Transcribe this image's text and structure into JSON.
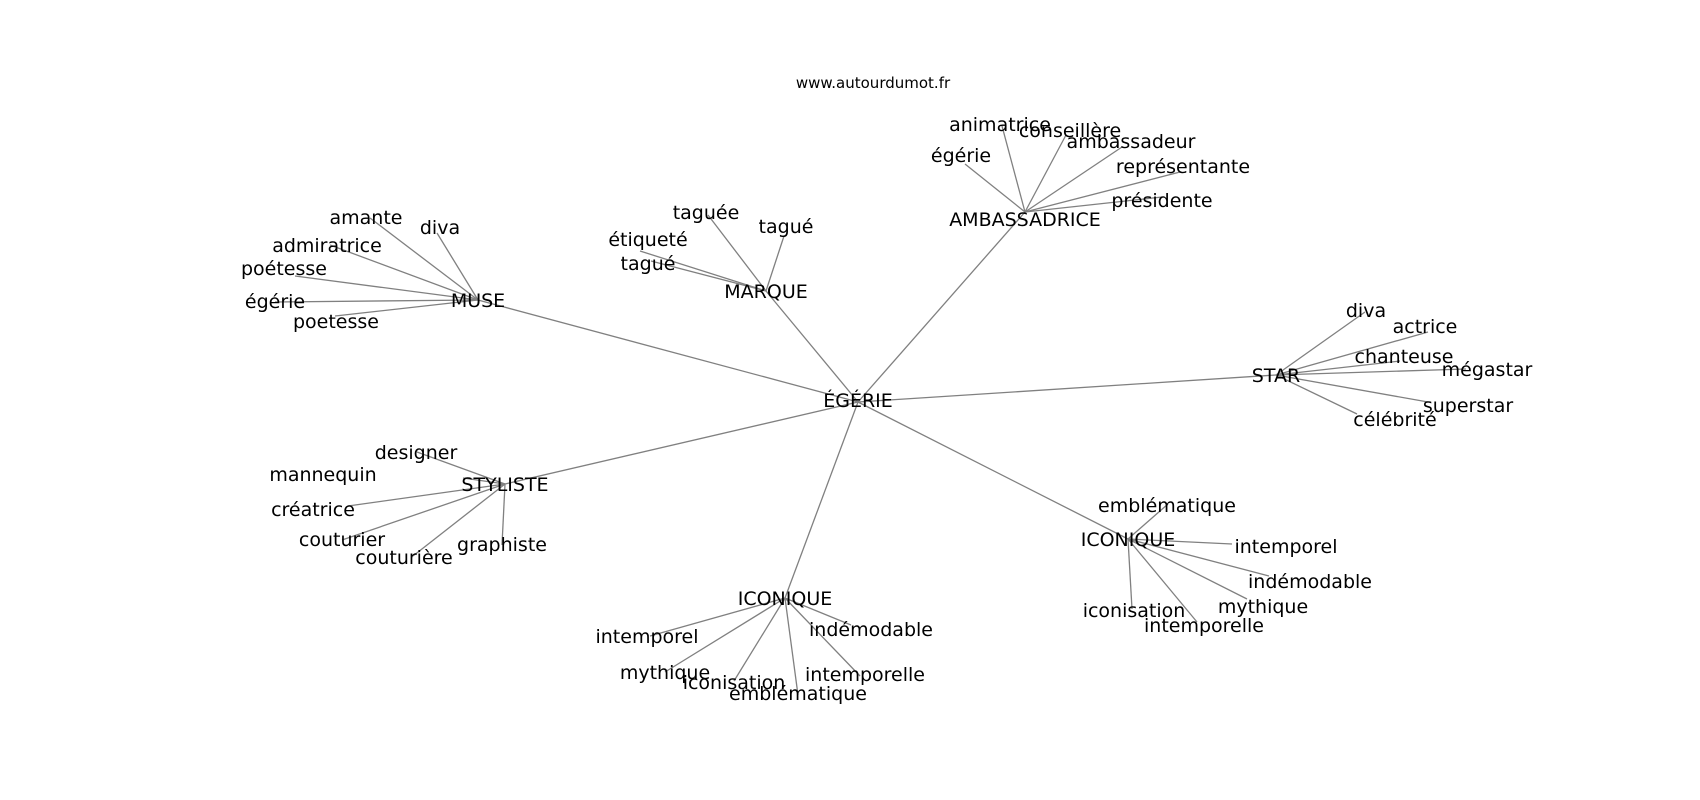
{
  "site_label": "www.autourdumot.fr",
  "center": "ÉGÉRIE",
  "clusters": [
    {
      "hub": "MUSE",
      "leaves": [
        "amante",
        "diva",
        "admiratrice",
        "poétesse",
        "égérie",
        "poetesse"
      ]
    },
    {
      "hub": "MARQUE",
      "leaves": [
        "taguée",
        "tagué",
        "étiqueté",
        "tagué"
      ]
    },
    {
      "hub": "AMBASSADRICE",
      "leaves": [
        "animatrice",
        "conseillère",
        "ambassadeur",
        "égérie",
        "représentante",
        "présidente"
      ]
    },
    {
      "hub": "STAR",
      "leaves": [
        "diva",
        "actrice",
        "chanteuse",
        "mégastar",
        "superstar",
        "célébrité"
      ]
    },
    {
      "hub": "STYLISTE",
      "leaves": [
        "designer",
        "mannequin",
        "créatrice",
        "couturier",
        "couturière",
        "graphiste"
      ]
    },
    {
      "hub": "ICONIQUE",
      "leaves": [
        "intemporel",
        "indémodable",
        "mythique",
        "intemporelle",
        "iconisation",
        "emblématique"
      ]
    },
    {
      "hub": "ICONIQUE",
      "leaves": [
        "emblématique",
        "intemporel",
        "indémodable",
        "mythique",
        "iconisation",
        "intemporelle"
      ]
    }
  ],
  "colors": {
    "edge": "#808080",
    "text": "#000000",
    "background": "#ffffff"
  }
}
